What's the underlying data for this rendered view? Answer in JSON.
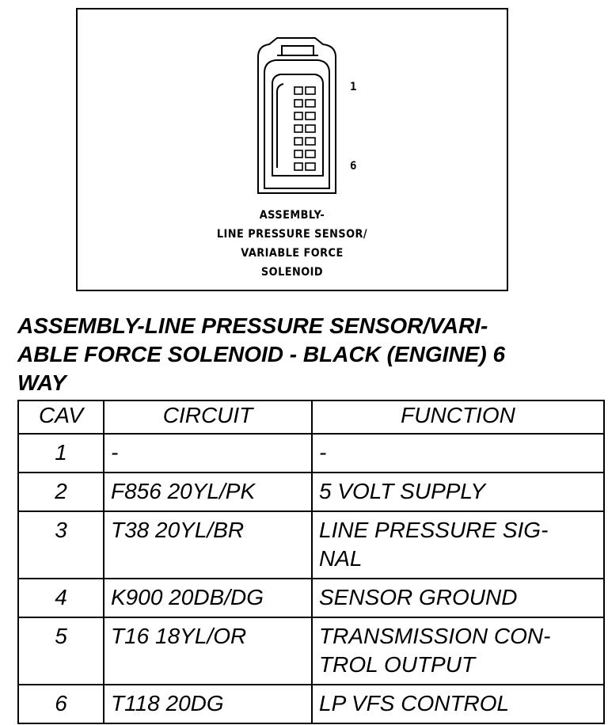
{
  "figure": {
    "pin_label_first": "1",
    "pin_label_last": "6",
    "caption_lines": [
      "ASSEMBLY-",
      "LINE PRESSURE SENSOR/",
      "VARIABLE FORCE",
      "SOLENOID"
    ]
  },
  "title_lines": [
    "ASSEMBLY-LINE PRESSURE SENSOR/VARI-",
    "ABLE FORCE SOLENOID - BLACK (ENGINE) 6",
    "WAY"
  ],
  "table": {
    "headers": [
      "CAV",
      "CIRCUIT",
      "FUNCTION"
    ],
    "rows": [
      {
        "cav": "1",
        "circuit": "-",
        "function_lines": [
          "-"
        ]
      },
      {
        "cav": "2",
        "circuit": "F856 20YL/PK",
        "function_lines": [
          "5 VOLT SUPPLY"
        ]
      },
      {
        "cav": "3",
        "circuit": "T38 20YL/BR",
        "function_lines": [
          "LINE PRESSURE SIG-",
          "NAL"
        ]
      },
      {
        "cav": "4",
        "circuit": "K900 20DB/DG",
        "function_lines": [
          "SENSOR GROUND"
        ]
      },
      {
        "cav": "5",
        "circuit": "T16 18YL/OR",
        "function_lines": [
          "TRANSMISSION CON-",
          "TROL OUTPUT"
        ]
      },
      {
        "cav": "6",
        "circuit": "T118 20DG",
        "function_lines": [
          "LP VFS CONTROL"
        ]
      }
    ]
  }
}
